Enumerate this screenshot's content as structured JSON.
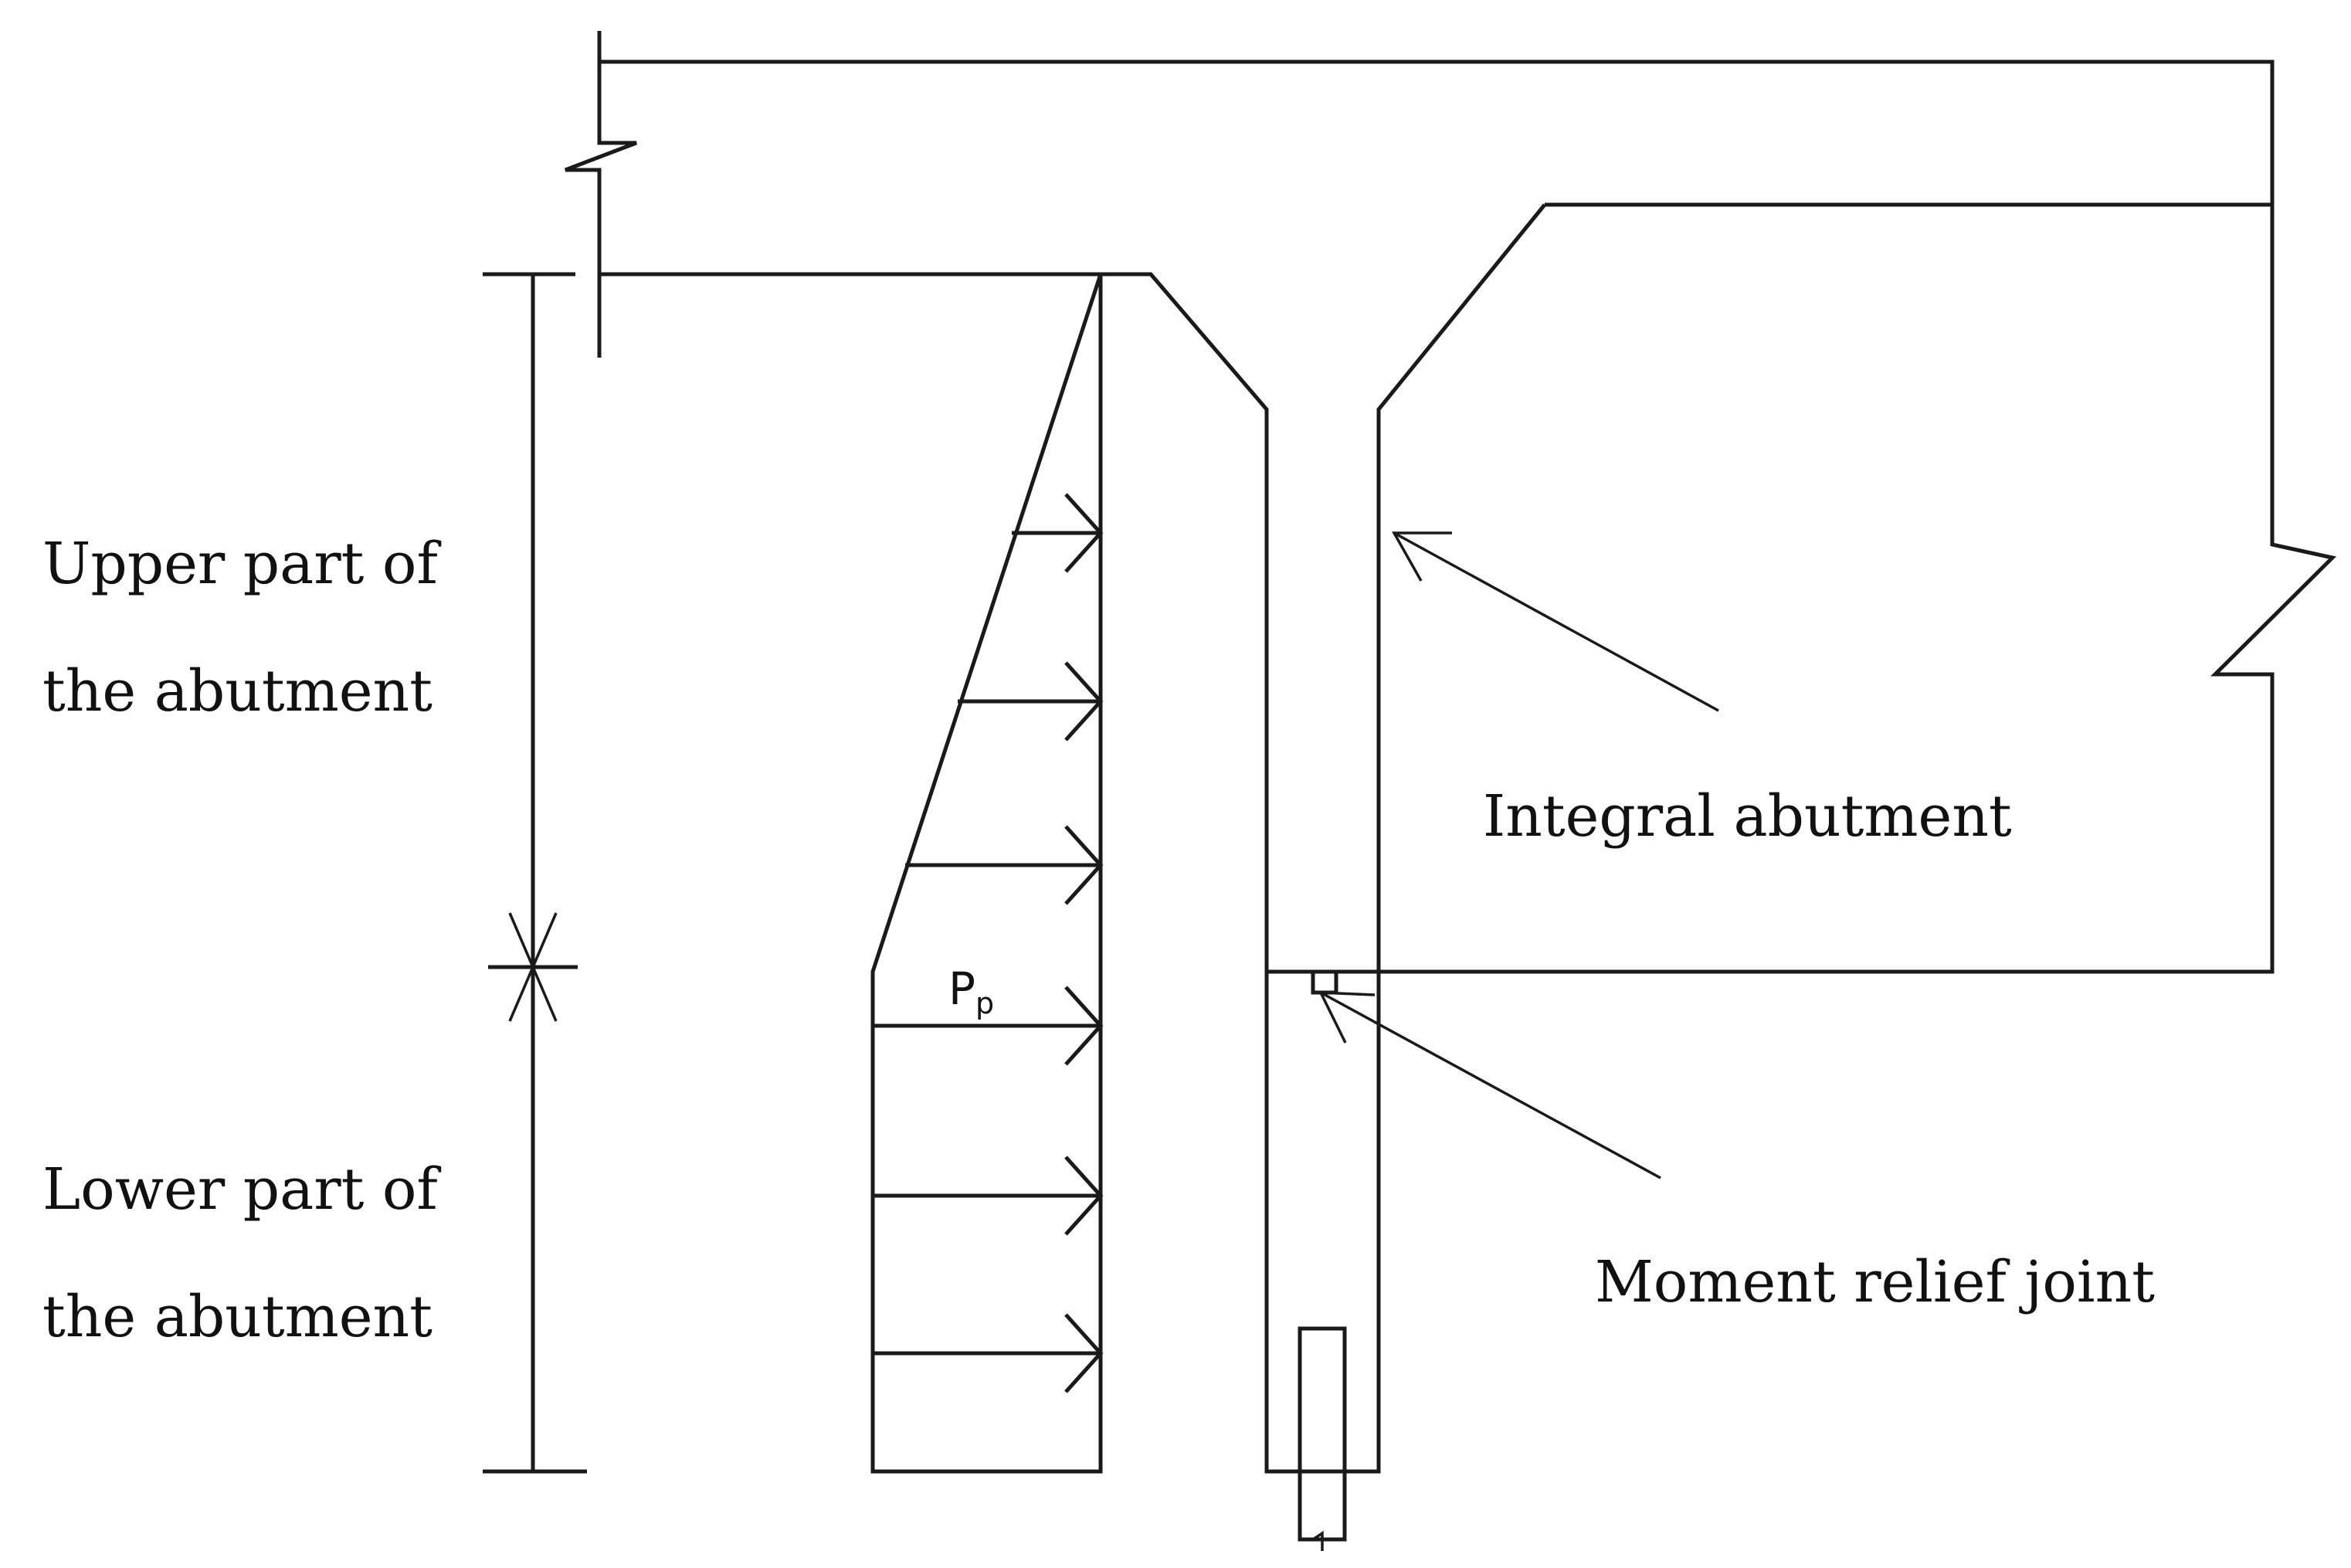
{
  "labels": {
    "upper_part_line1": "Upper part of",
    "upper_part_line2": "the abutment",
    "lower_part_line1": "Lower part of",
    "lower_part_line2": "the abutment",
    "pressure_main": "P",
    "pressure_sub": "p",
    "integral_abutment": "Integral abutment",
    "moment_relief_joint": "Moment relief joint"
  },
  "colors": {
    "line": "#1a1a1a",
    "text": "#111111",
    "background": "#ffffff"
  }
}
